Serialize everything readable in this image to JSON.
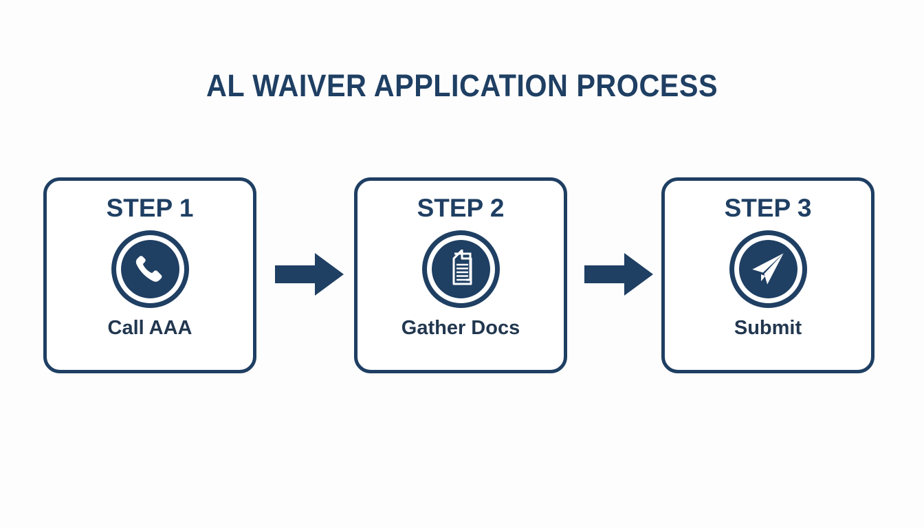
{
  "page": {
    "title": "AL WAIVER APPLICATION PROCESS",
    "background_color": "#fdfdfd",
    "accent_color": "#1f3f63",
    "text_color": "#22374f",
    "card_fill_color": "#ffffff",
    "icon_color": "#ffffff"
  },
  "steps": [
    {
      "heading": "STEP 1",
      "label": "Call AAA",
      "icon": "phone-icon"
    },
    {
      "heading": "STEP 2",
      "label": "Gather Docs",
      "icon": "documents-icon"
    },
    {
      "heading": "STEP 3",
      "label": "Submit",
      "icon": "paper-plane-icon"
    }
  ],
  "connectors": [
    {
      "icon": "arrow-right-icon",
      "from": "STEP 1",
      "to": "STEP 2"
    },
    {
      "icon": "arrow-right-icon",
      "from": "STEP 2",
      "to": "STEP 3"
    }
  ]
}
